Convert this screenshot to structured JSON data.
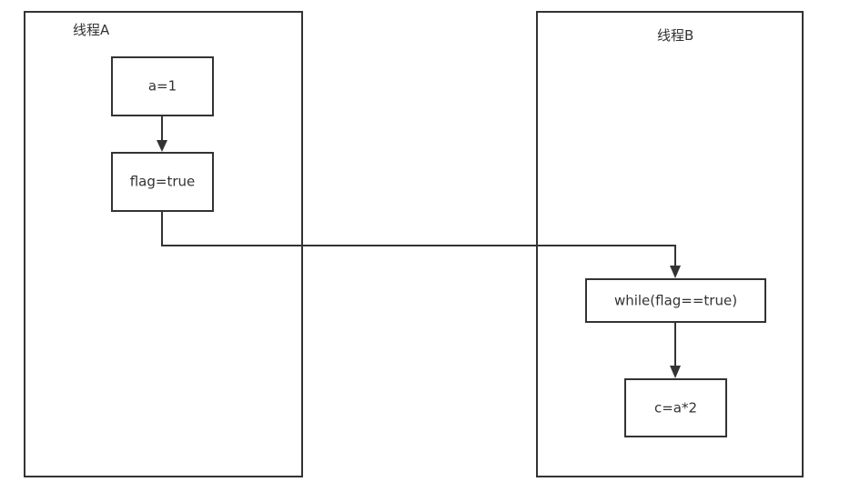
{
  "lanes": {
    "thread_a": {
      "title": "线程A"
    },
    "thread_b": {
      "title": "线程B"
    }
  },
  "nodes": {
    "assign_a": {
      "label": "a=1"
    },
    "set_flag": {
      "label": "flag=true"
    },
    "while_loop": {
      "label": "while(flag==true)"
    },
    "assign_c": {
      "label": "c=a*2"
    }
  },
  "colors": {
    "stroke": "#333333",
    "background": "#ffffff"
  }
}
